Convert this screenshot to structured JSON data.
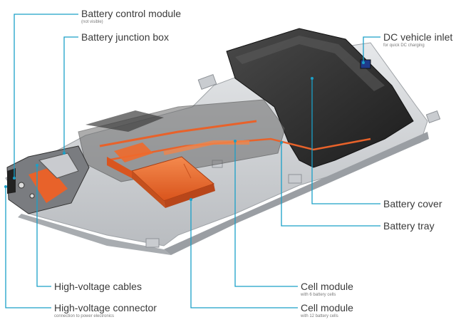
{
  "labels": {
    "battery_control_module": {
      "title": "Battery control module",
      "note": "(not visible)"
    },
    "battery_junction_box": {
      "title": "Battery junction box"
    },
    "dc_vehicle_inlet": {
      "title": "DC vehicle inlet",
      "note": "for quick DC charging"
    },
    "battery_cover": {
      "title": "Battery cover"
    },
    "battery_tray": {
      "title": "Battery tray"
    },
    "high_voltage_cables": {
      "title": "High-voltage cables"
    },
    "high_voltage_connector": {
      "title": "High-voltage connector",
      "note": "connection to power electronics"
    },
    "cell_module_6": {
      "title": "Cell module",
      "note": "with 6 battery cells"
    },
    "cell_module_12": {
      "title": "Cell module",
      "note": "with 12 battery cells"
    }
  },
  "colors": {
    "leader": "#1aa0c8",
    "cell_orange": "#ee6a2c",
    "cover_dark": "#2b2b2b",
    "tray_silver": "#d5d7da",
    "label_text": "#3a3a3a"
  }
}
